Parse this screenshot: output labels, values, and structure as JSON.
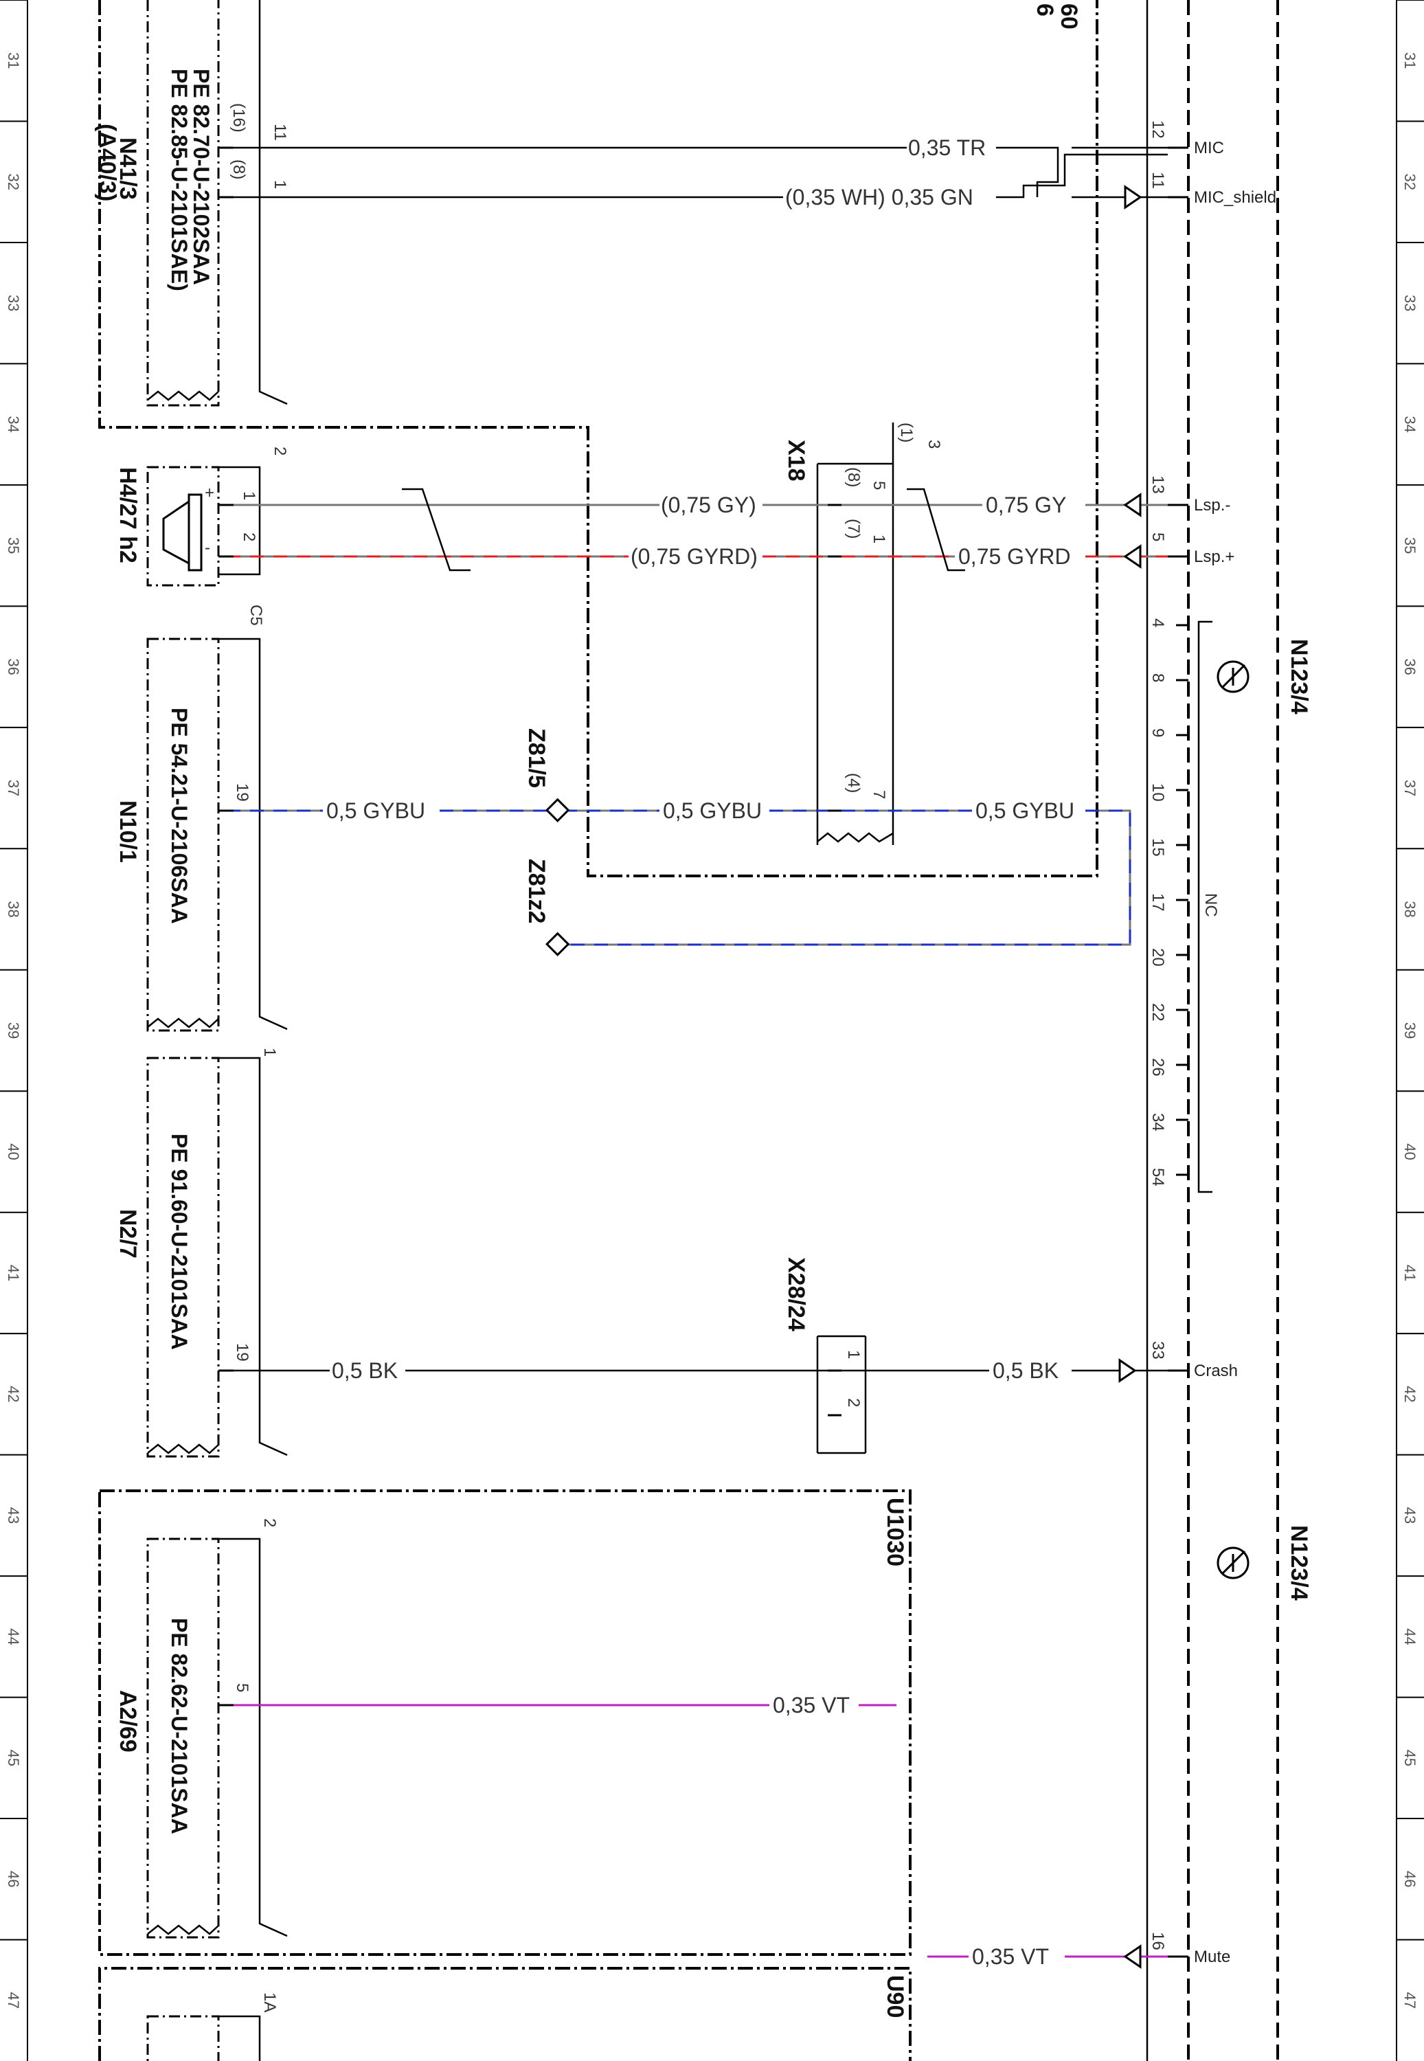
{
  "grid": {
    "rows": [
      "31",
      "32",
      "33",
      "34",
      "35",
      "36",
      "37",
      "38",
      "39",
      "40",
      "41",
      "42",
      "43",
      "44",
      "45",
      "46",
      "47"
    ]
  },
  "components": {
    "n41_3": {
      "label": "N41/3",
      "alt_label": "(A40/3)",
      "pe1": "PE 82.70-U-2102SAA",
      "pe2": "PE 82.85-U-2101SAE)",
      "pin_a": "11",
      "pin_a_alt": "(16)",
      "pin_b": "1",
      "pin_b_alt": "(8)"
    },
    "h4_27": {
      "label": "H4/27 h2",
      "conn": "2",
      "pin1": "1",
      "pin2": "2",
      "plus": "+",
      "minus": "-"
    },
    "n10_1": {
      "label": "N10/1",
      "pe": "PE 54.21-U-2106SAA",
      "conn": "C5",
      "pin": "19"
    },
    "n2_7": {
      "label": "N2/7",
      "pe": "PE 91.60-U-2101SAA",
      "conn": "1",
      "pin": "19"
    },
    "a2_69": {
      "label": "A2/69",
      "pe": "PE 82.62-U-2101SAA",
      "conn": "2",
      "pin": "5"
    },
    "u1030": {
      "label": "U1030"
    },
    "u90": {
      "label": "U90",
      "conn": "1A"
    },
    "x18": {
      "label": "X18",
      "conn": "3",
      "conn_alt": "(1)",
      "pin5": "5",
      "pin5_alt": "(8)",
      "pin1": "1",
      "pin1_alt": "(7)",
      "pin7": "7",
      "pin7_alt": "(4)"
    },
    "x28_24": {
      "label": "X28/24",
      "pin1": "1",
      "pin2": "2"
    },
    "z81_5": {
      "label": "Z81/5"
    },
    "z81z2": {
      "label": "Z81z2"
    },
    "n123_4": {
      "label": "N123/4",
      "label2": "N123/4"
    },
    "ref60": {
      "top": "60",
      "bottom": "6"
    }
  },
  "wires": {
    "mic_tr": "0,35 TR",
    "mic_gn": "(0,35 WH) 0,35 GN",
    "gy_left": "(0,75 GY)",
    "gy_right": "0,75 GY",
    "gyrd_left": "(0,75 GYRD)",
    "gyrd_right": "0,75 GYRD",
    "gybu_1": "0,5 GYBU",
    "gybu_2": "0,5 GYBU",
    "gybu_3": "0,5 GYBU",
    "bk_1": "0,5 BK",
    "bk_2": "0,5 BK",
    "vt_1": "0,35 VT",
    "vt_2": "0,35 VT"
  },
  "pins": {
    "mic": {
      "num": "12",
      "name": "MIC"
    },
    "mic_shield": {
      "num": "11",
      "name": "MIC_shield"
    },
    "lsp_minus": {
      "num": "13",
      "name": "Lsp.-"
    },
    "lsp_plus": {
      "num": "5",
      "name": "Lsp.+"
    },
    "crash": {
      "num": "33",
      "name": "Crash"
    },
    "mute": {
      "num": "16",
      "name": "Mute"
    },
    "nc": {
      "name": "NC",
      "nums": [
        "4",
        "8",
        "9",
        "10",
        "15",
        "17",
        "20",
        "22",
        "26",
        "34",
        "54"
      ]
    }
  },
  "colors": {
    "wire_default": "#555555",
    "wire_red": "#e02020",
    "wire_blue": "#1a2fc8",
    "wire_violet": "#c020c0"
  }
}
